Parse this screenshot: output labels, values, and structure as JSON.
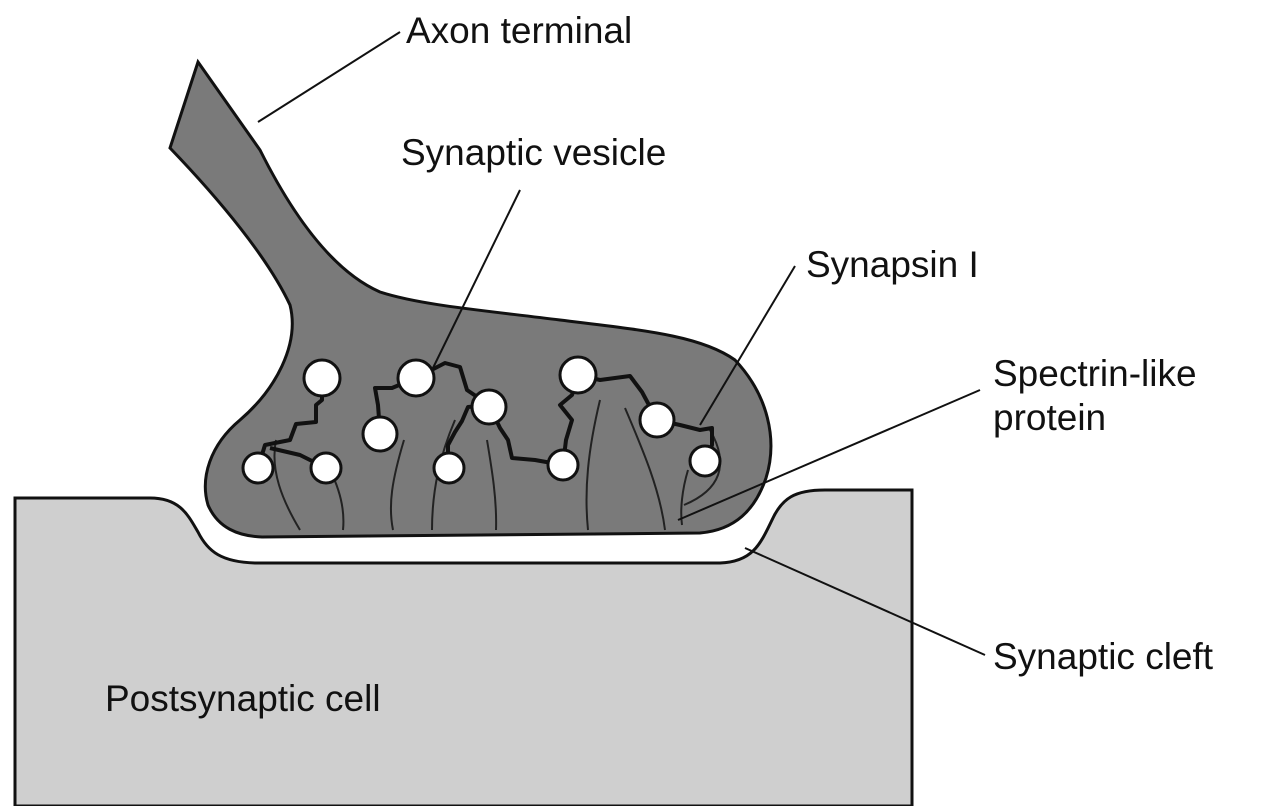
{
  "diagram": {
    "labels": {
      "axon_terminal": "Axon terminal",
      "synaptic_vesicle": "Synaptic vesicle",
      "synapsin_i": "Synapsin I",
      "spectrin_like_protein": "Spectrin-like\nprotein",
      "synaptic_cleft": "Synaptic cleft",
      "postsynaptic_cell": "Postsynaptic cell"
    },
    "colors": {
      "terminal_fill": "#7a7a7a",
      "postsynaptic_fill": "#cfcfcf",
      "vesicle_fill": "#ffffff",
      "outline": "#111111",
      "background": "#ffffff"
    }
  }
}
